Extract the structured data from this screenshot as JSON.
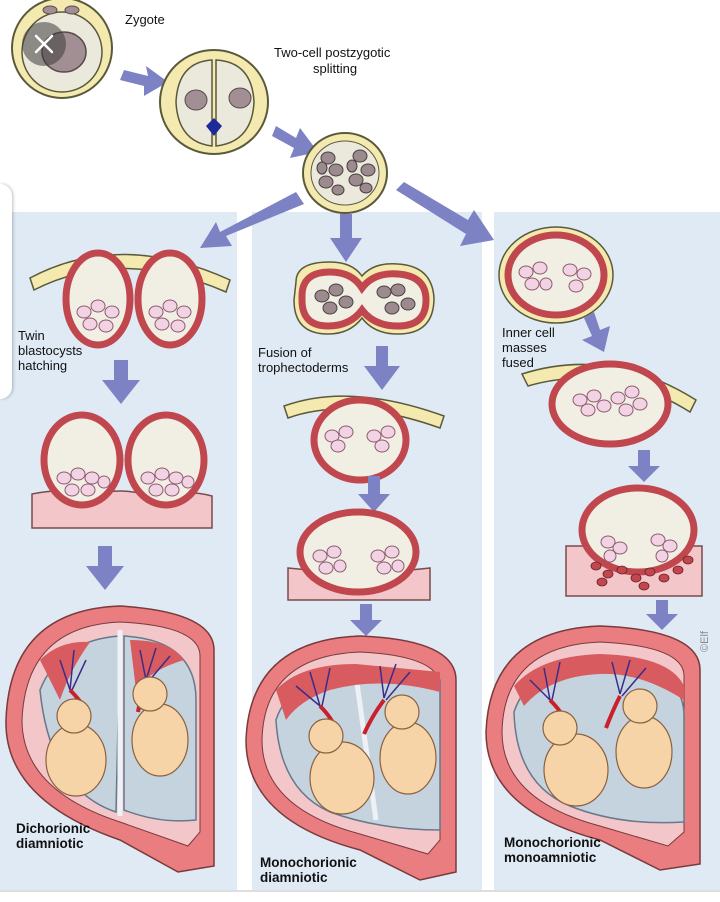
{
  "labels": {
    "zygote": "Zygote",
    "two_cell_line1": "Two-cell postzygotic",
    "two_cell_line2": "splitting",
    "twin_line1": "Twin",
    "twin_line2": "blastocysts",
    "twin_line3": "hatching",
    "fusion_line1": "Fusion of",
    "fusion_line2": "trophectoderms",
    "inner_line1": "Inner cell",
    "inner_line2": "masses",
    "inner_line3": "fused",
    "dichorionic_line1": "Dichorionic",
    "dichorionic_line2": "diamniotic",
    "mono_di_line1": "Monochorionic",
    "mono_di_line2": "diamniotic",
    "mono_mono_line1": "Monochorionic",
    "mono_mono_line2": "monoamniotic",
    "watermark": "©Elf"
  },
  "icons": {
    "close": "close-icon"
  },
  "colors": {
    "panel": "#dfeaf5",
    "arrow": "#7c82c4",
    "membrane_yellow": "#f4eab0",
    "membrane_outline": "#5a5a3a",
    "trophoblast": "#d9616a",
    "cell_pink": "#f1d3e3",
    "decidua": "#f3c6c9",
    "uterus": "#e97d7f",
    "amnion": "#c5d3df",
    "fetus": "#f7d3a8"
  }
}
